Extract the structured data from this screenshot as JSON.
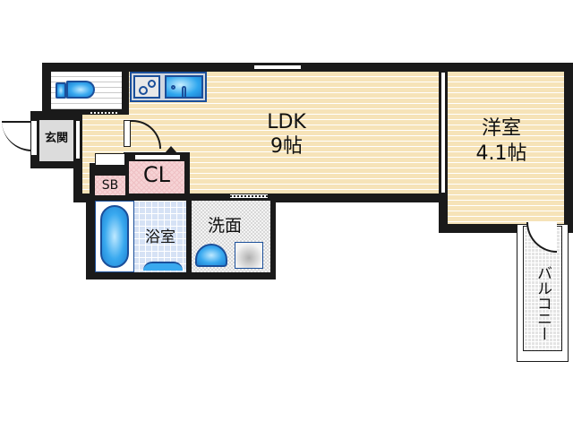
{
  "floor_plan": {
    "rooms": {
      "ldk": {
        "name": "LDK",
        "size": "9帖"
      },
      "western_room": {
        "name": "洋室",
        "size": "4.1帖"
      },
      "entrance": {
        "name": "玄関"
      },
      "shoe_box": {
        "name": "SB"
      },
      "closet": {
        "name": "CL"
      },
      "bathroom": {
        "name": "浴室"
      },
      "washroom": {
        "name": "洗面"
      },
      "balcony": {
        "name": "バルコニー"
      }
    },
    "fixtures": [
      "toilet-icon",
      "stove-icon",
      "kitchen-sink-icon",
      "bathtub-icon",
      "washbasin-icon",
      "washing-machine-pan-icon"
    ],
    "colors": {
      "wall": "#1a1a1a",
      "wood_floor": "#f6e3b8",
      "closet_floor": "#f6d4d6",
      "bath_tile": "#d6e2f5",
      "fixture_blue": "#39a9ef"
    }
  }
}
